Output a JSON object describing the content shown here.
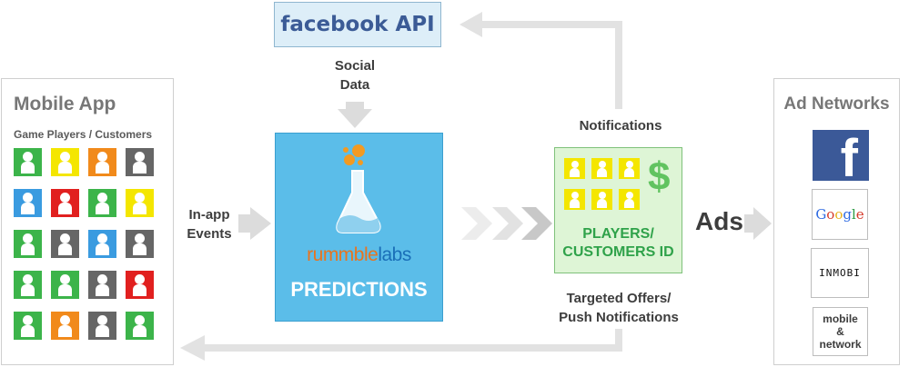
{
  "facebook_api": {
    "label": "facebook API"
  },
  "social_data": {
    "line1": "Social",
    "line2": "Data"
  },
  "mobile_app": {
    "title": "Mobile App",
    "subtitle": "Game Players / Customers",
    "avatar_colors": [
      [
        "#3cb44a",
        "#f4e600",
        "#f18a1b",
        "#666666"
      ],
      [
        "#3a9be0",
        "#e1201f",
        "#3cb44a",
        "#f4e600"
      ],
      [
        "#3cb44a",
        "#666666",
        "#3a9be0",
        "#666666"
      ],
      [
        "#3cb44a",
        "#3cb44a",
        "#666666",
        "#e1201f"
      ],
      [
        "#3cb44a",
        "#f18a1b",
        "#666666",
        "#3cb44a"
      ]
    ]
  },
  "in_app_events": {
    "line1": "In-app",
    "line2": "Events"
  },
  "predictions": {
    "brand_part1": "rummble",
    "brand_part2": "labs",
    "title": "PREDICTIONS",
    "box_color": "#5bbde9"
  },
  "notifications": {
    "label": "Notifications"
  },
  "players": {
    "line1": "PLAYERS/",
    "line2": "CUSTOMERS ID",
    "symbol": "$",
    "avatar_color": "#f4e600"
  },
  "targeted": {
    "line1": "Targeted Offers/",
    "line2": "Push Notifications"
  },
  "ads": {
    "label": "Ads"
  },
  "ad_networks": {
    "title": "Ad Networks",
    "facebook_logo": "f",
    "google": [
      "G",
      "o",
      "o",
      "g",
      "l",
      "e"
    ],
    "inmobi": "INMOBI",
    "mobile_network": {
      "line1": "mobile",
      "line2": "&",
      "line3": "network"
    }
  },
  "colors": {
    "arrow_gray": "#e0e0e0",
    "facebook_blue": "#3b5998",
    "players_green": "#2fa24a"
  }
}
